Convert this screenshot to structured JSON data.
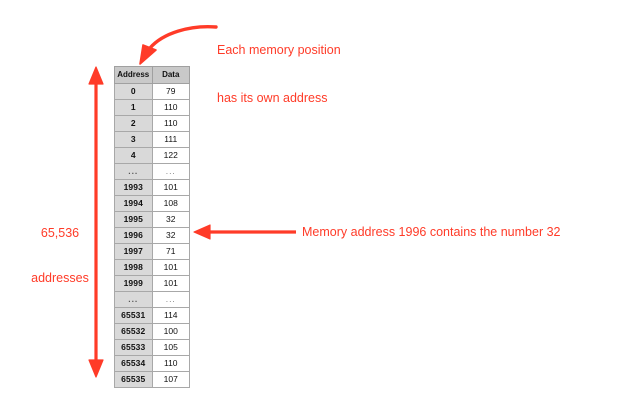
{
  "figure": {
    "title": "Memory addresses diagram",
    "accent_color": "#ff3b28",
    "table_header_bg": "#c9c9c9",
    "address_cell_bg": "#d9d9d9",
    "data_cell_bg": "#ffffff",
    "border_color": "#a8a8a8"
  },
  "table": {
    "columns": [
      "Address",
      "Data"
    ],
    "rows": [
      {
        "address": "0",
        "data": "79"
      },
      {
        "address": "1",
        "data": "110"
      },
      {
        "address": "2",
        "data": "110"
      },
      {
        "address": "3",
        "data": "111"
      },
      {
        "address": "4",
        "data": "122"
      },
      {
        "address": "...",
        "data": "..."
      },
      {
        "address": "1993",
        "data": "101"
      },
      {
        "address": "1994",
        "data": "108"
      },
      {
        "address": "1995",
        "data": "32"
      },
      {
        "address": "1996",
        "data": "32"
      },
      {
        "address": "1997",
        "data": "71"
      },
      {
        "address": "1998",
        "data": "101"
      },
      {
        "address": "1999",
        "data": "101"
      },
      {
        "address": "...",
        "data": "..."
      },
      {
        "address": "65531",
        "data": "114"
      },
      {
        "address": "65532",
        "data": "100"
      },
      {
        "address": "65533",
        "data": "105"
      },
      {
        "address": "65534",
        "data": "110"
      },
      {
        "address": "65535",
        "data": "107"
      }
    ]
  },
  "annotations": {
    "top": {
      "line1": "Each memory position",
      "line2": "has its own address",
      "icon": "curved-arrow-down-left"
    },
    "right": {
      "text": "Memory address 1996 contains the number 32",
      "icon": "arrow-left"
    },
    "left": {
      "line1": "65,536",
      "line2": "addresses",
      "icon": "double-headed-vertical-arrow"
    }
  }
}
